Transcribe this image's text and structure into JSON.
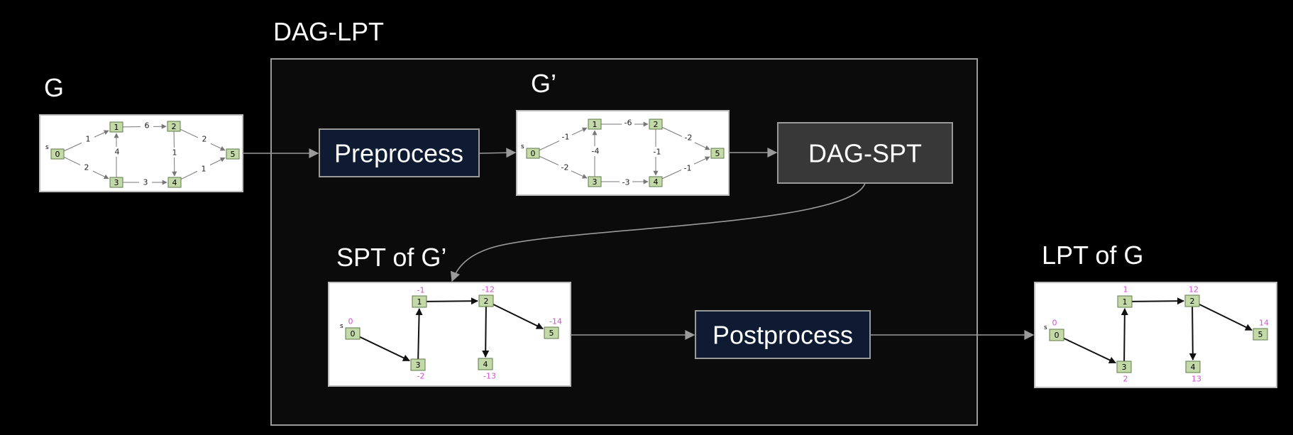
{
  "labels": {
    "container": "DAG-LPT",
    "g": "G",
    "gprime": "G’",
    "spt": "SPT of G’",
    "lpt": "LPT of G"
  },
  "boxes": {
    "preprocess": "Preprocess",
    "dagspt": "DAG-SPT",
    "postprocess": "Postprocess"
  },
  "colors": {
    "background": "#000000",
    "container_fill": "#0b0b0b",
    "container_border": "#9a9a9a",
    "preprocess_fill": "#0f1b33",
    "dagspt_fill": "#383838",
    "node_fill": "#c3d9a8",
    "distance_label": "#d24fd2"
  },
  "graphs": {
    "g": {
      "source_label": "s",
      "nodes": [
        "0",
        "1",
        "2",
        "3",
        "4",
        "5"
      ],
      "edges": [
        {
          "from": "0",
          "to": "1",
          "w": "1"
        },
        {
          "from": "0",
          "to": "3",
          "w": "2"
        },
        {
          "from": "1",
          "to": "2",
          "w": "6"
        },
        {
          "from": "3",
          "to": "1",
          "w": "4"
        },
        {
          "from": "2",
          "to": "4",
          "w": "1"
        },
        {
          "from": "3",
          "to": "4",
          "w": "3"
        },
        {
          "from": "2",
          "to": "5",
          "w": "2"
        },
        {
          "from": "4",
          "to": "5",
          "w": "1"
        }
      ]
    },
    "gprime": {
      "source_label": "s",
      "nodes": [
        "0",
        "1",
        "2",
        "3",
        "4",
        "5"
      ],
      "edges": [
        {
          "from": "0",
          "to": "1",
          "w": "-1"
        },
        {
          "from": "0",
          "to": "3",
          "w": "-2"
        },
        {
          "from": "1",
          "to": "2",
          "w": "-6"
        },
        {
          "from": "3",
          "to": "1",
          "w": "-4"
        },
        {
          "from": "2",
          "to": "4",
          "w": "-1"
        },
        {
          "from": "3",
          "to": "4",
          "w": "-3"
        },
        {
          "from": "2",
          "to": "5",
          "w": "-2"
        },
        {
          "from": "4",
          "to": "5",
          "w": "-1"
        }
      ]
    },
    "spt": {
      "source_label": "s",
      "nodes": [
        "0",
        "1",
        "2",
        "3",
        "4",
        "5"
      ],
      "distances": {
        "0": "0",
        "1": "-1",
        "2": "-12",
        "3": "-2",
        "4": "-13",
        "5": "-14"
      },
      "edges": [
        {
          "from": "0",
          "to": "3"
        },
        {
          "from": "3",
          "to": "1"
        },
        {
          "from": "1",
          "to": "2"
        },
        {
          "from": "2",
          "to": "4"
        },
        {
          "from": "2",
          "to": "5"
        }
      ]
    },
    "lpt": {
      "source_label": "s",
      "nodes": [
        "0",
        "1",
        "2",
        "3",
        "4",
        "5"
      ],
      "distances": {
        "0": "0",
        "1": "1",
        "2": "12",
        "3": "2",
        "4": "13",
        "5": "14"
      },
      "edges": [
        {
          "from": "0",
          "to": "3"
        },
        {
          "from": "3",
          "to": "1"
        },
        {
          "from": "1",
          "to": "2"
        },
        {
          "from": "2",
          "to": "4"
        },
        {
          "from": "2",
          "to": "5"
        }
      ]
    }
  }
}
